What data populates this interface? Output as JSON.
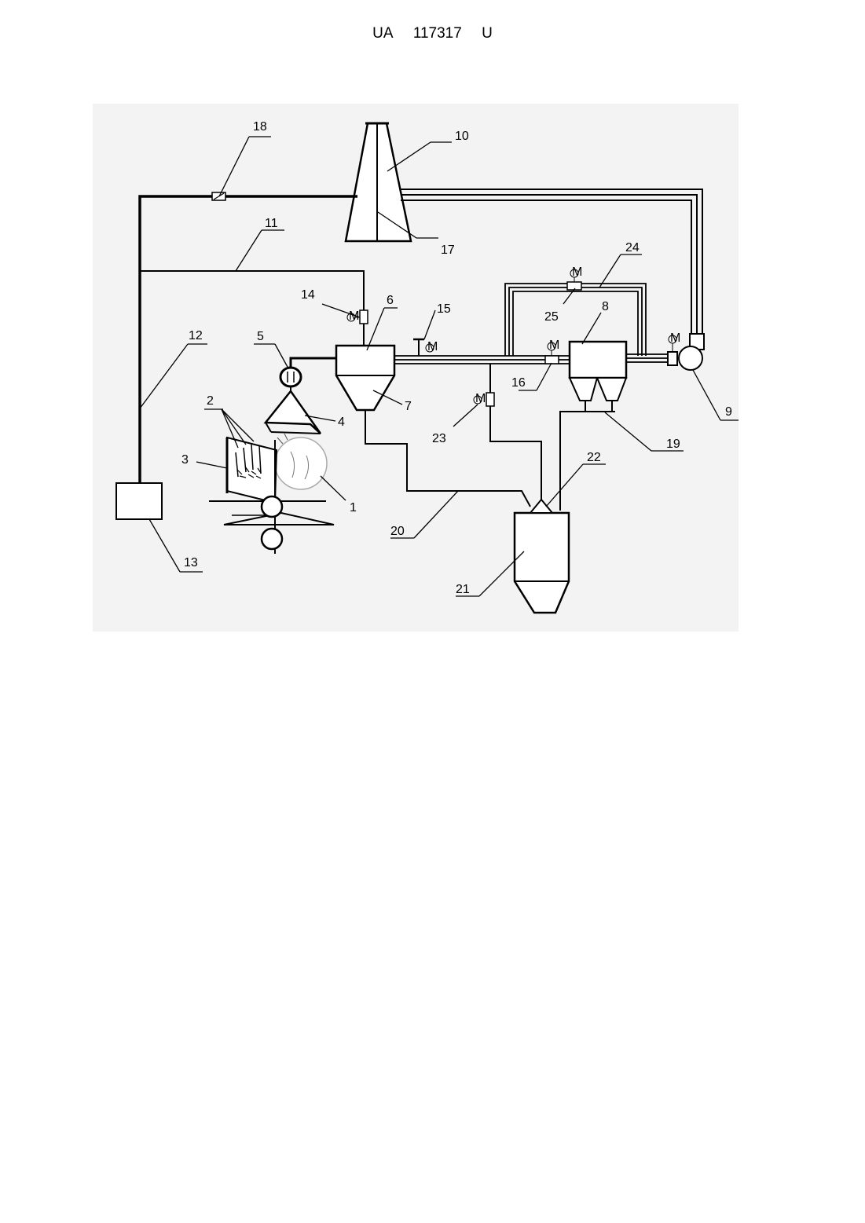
{
  "header": {
    "country": "UA",
    "number": "117317",
    "kind": "U"
  },
  "labels": {
    "l1": "1",
    "l2": "2",
    "l3": "3",
    "l4": "4",
    "l5": "5",
    "l6": "6",
    "l7": "7",
    "l8": "8",
    "l9": "9",
    "l10": "10",
    "l11": "11",
    "l12": "12",
    "l13": "13",
    "l14": "14",
    "l15": "15",
    "l16": "16",
    "l17": "17",
    "l18": "18",
    "l19": "19",
    "l20": "20",
    "l21": "21",
    "l22": "22",
    "l23": "23",
    "l24": "24",
    "l25": "25"
  },
  "motor_symbol": "M"
}
